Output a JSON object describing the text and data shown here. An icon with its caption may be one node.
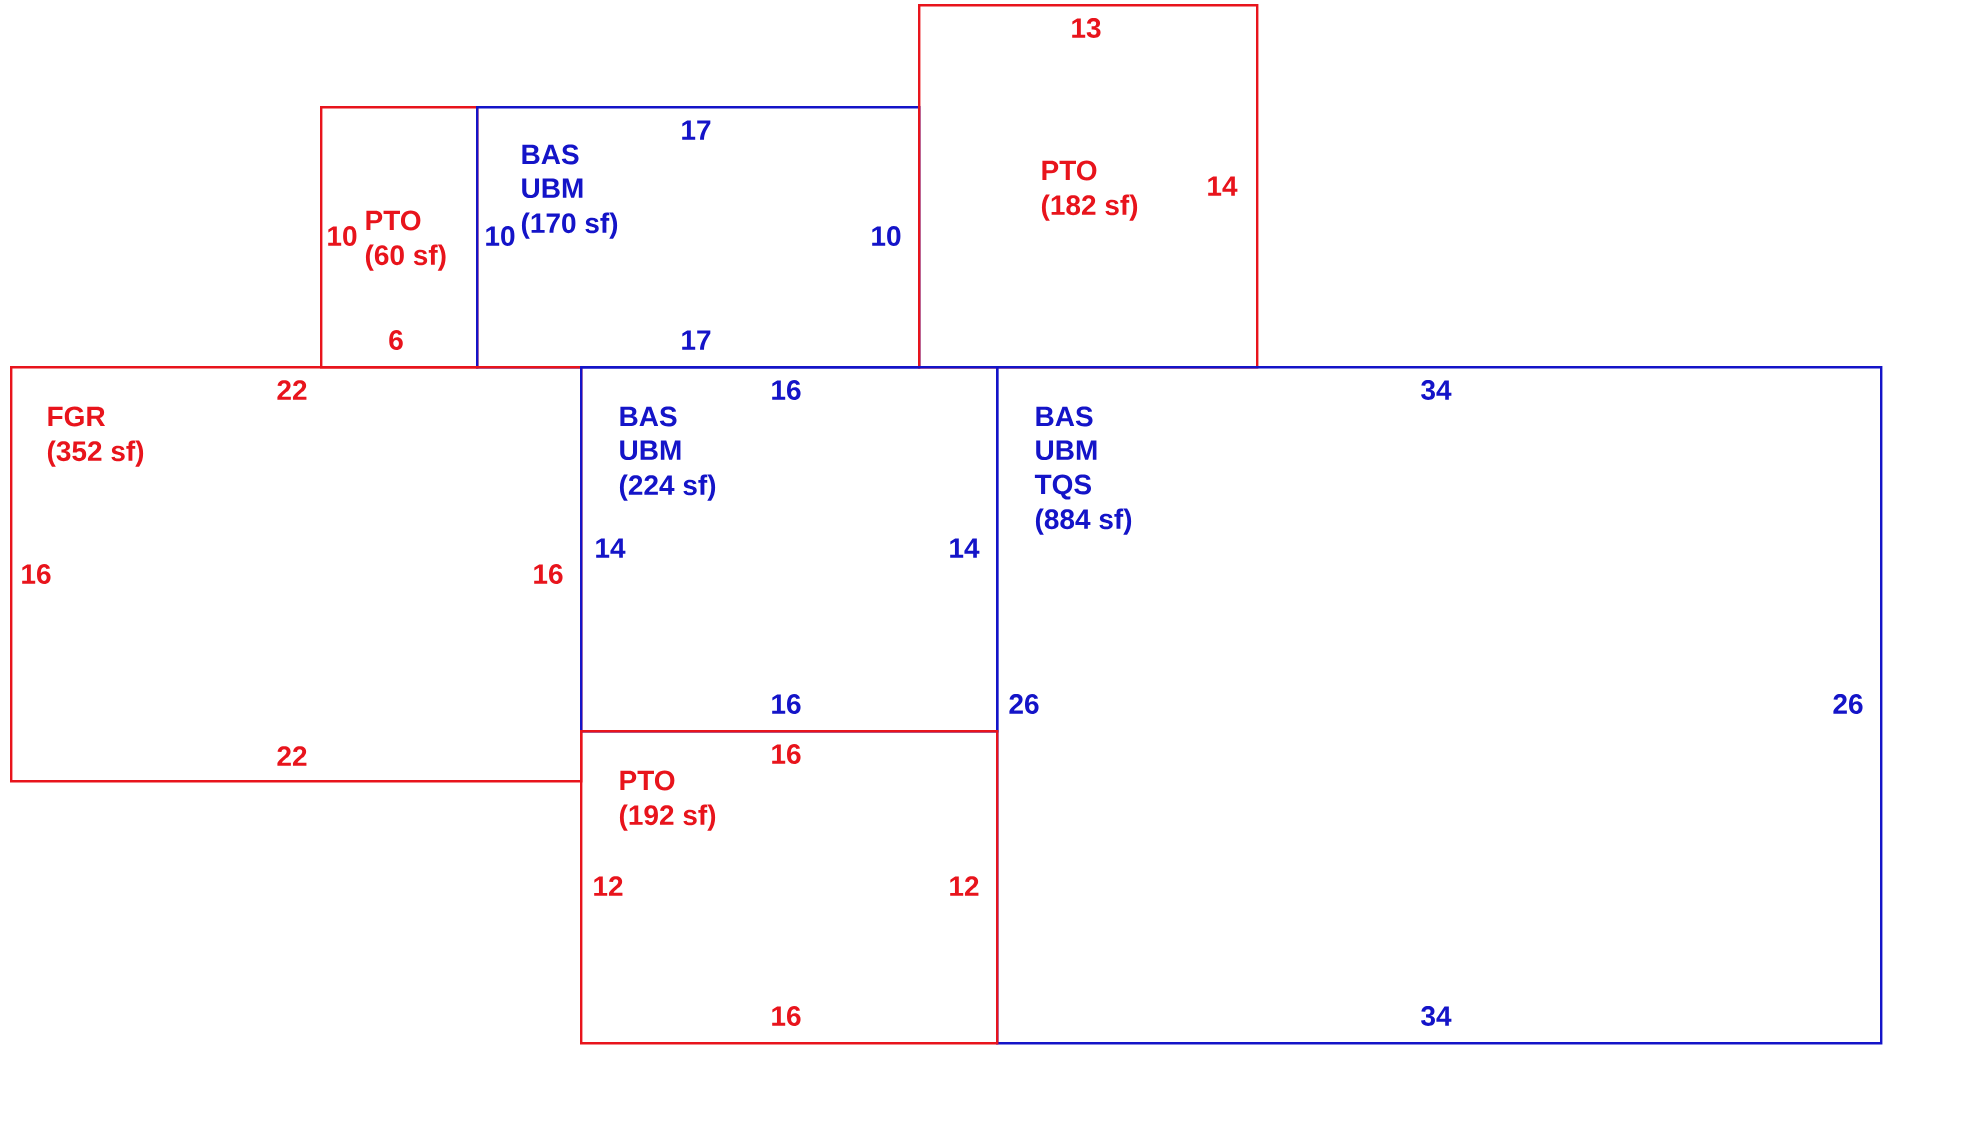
{
  "diagram": {
    "nodes": [
      {
        "text": [
          "PTO",
          "(60 sf)",
          "10",
          "6"
        ]
      },
      {
        "text": [
          "BAS",
          "UBM",
          "(170 sf)",
          "17",
          "10",
          "10",
          "17"
        ]
      },
      {
        "text": [
          "PTO",
          "(182 sf)",
          "13",
          "14"
        ]
      },
      {
        "text": [
          "FGR",
          "(352 sf)",
          "22",
          "16",
          "16",
          "22"
        ]
      },
      {
        "text": [
          "BAS",
          "UBM",
          "(224 sf)",
          "16",
          "14",
          "14",
          "16"
        ]
      },
      {
        "text": [
          "BAS",
          "UBM",
          "TQS",
          "(884 sf)",
          "34",
          "26",
          "26",
          "34"
        ]
      },
      {
        "text": [
          "PTO",
          "(192 sf)",
          "16",
          "12",
          "12",
          "16"
        ]
      }
    ]
  }
}
